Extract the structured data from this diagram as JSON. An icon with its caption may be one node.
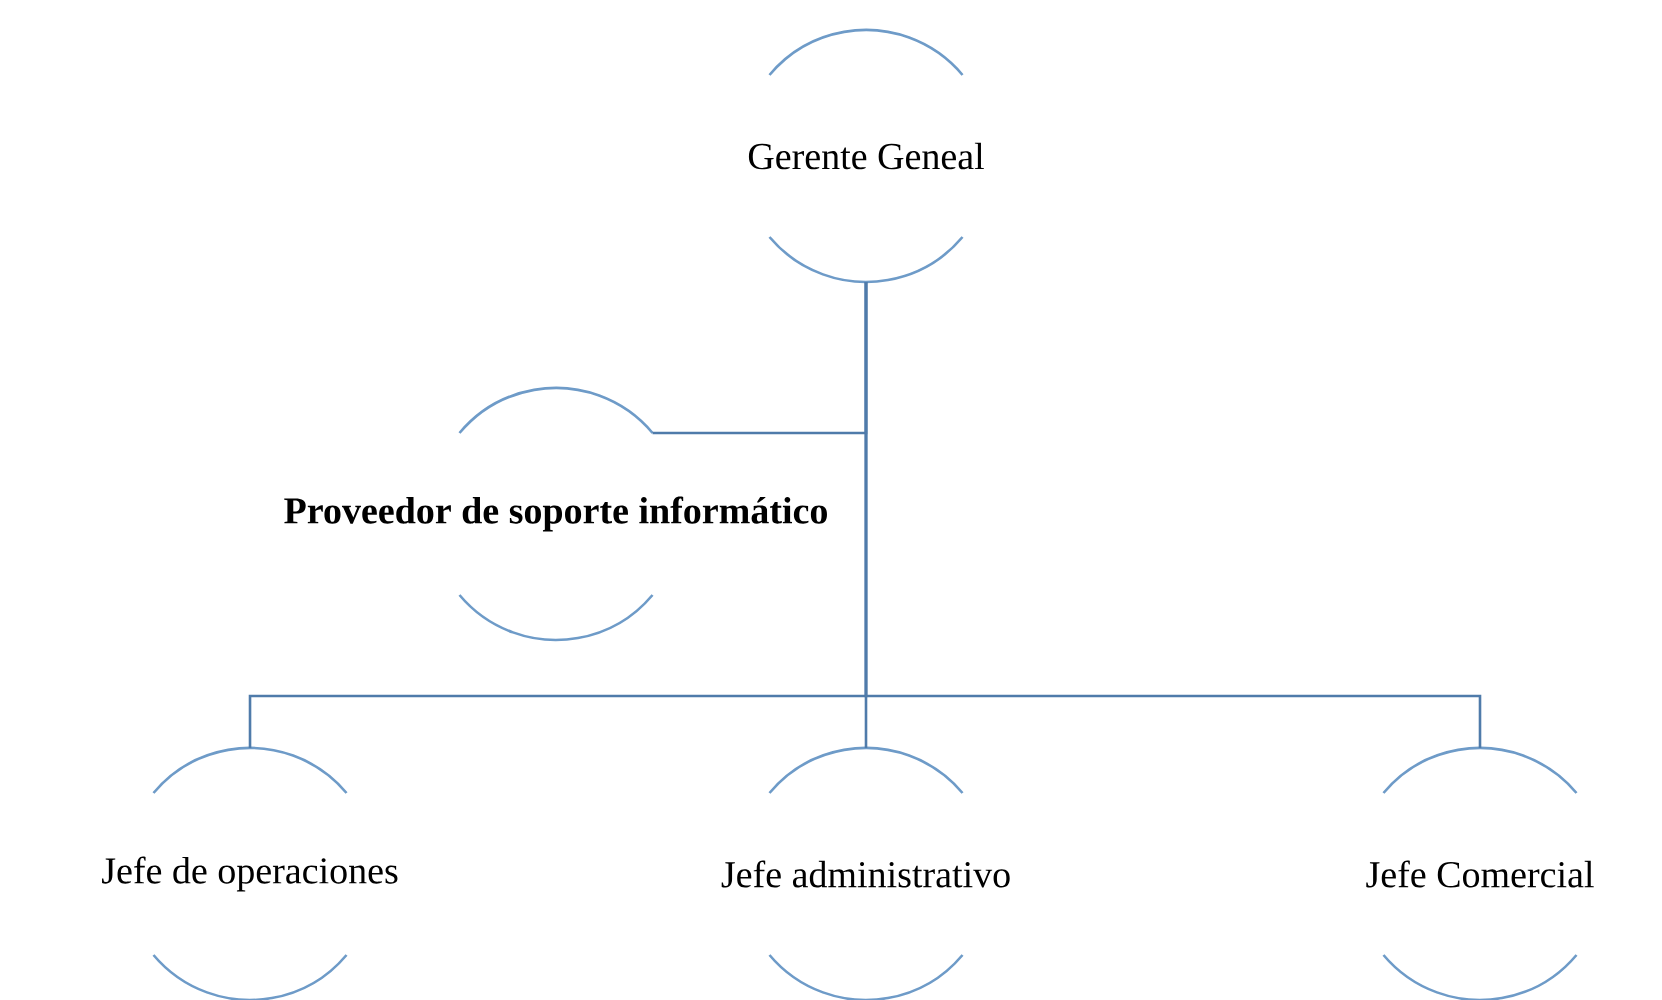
{
  "diagram": {
    "nodes": [
      {
        "text": [
          "Gerente Geneal"
        ]
      },
      {
        "text": [
          "Proveedor de soporte informático"
        ]
      },
      {
        "text": [
          "Jefe de operaciones"
        ]
      },
      {
        "text": [
          "Jefe administrativo"
        ]
      },
      {
        "text": [
          "Jefe Comercial"
        ]
      }
    ],
    "edges": [
      {
        "from": 0,
        "to": 1,
        "arrow": "none"
      },
      {
        "from": 0,
        "to": 2,
        "arrow": "none"
      },
      {
        "from": 0,
        "to": 3,
        "arrow": "none"
      },
      {
        "from": 0,
        "to": 4,
        "arrow": "none"
      }
    ]
  }
}
